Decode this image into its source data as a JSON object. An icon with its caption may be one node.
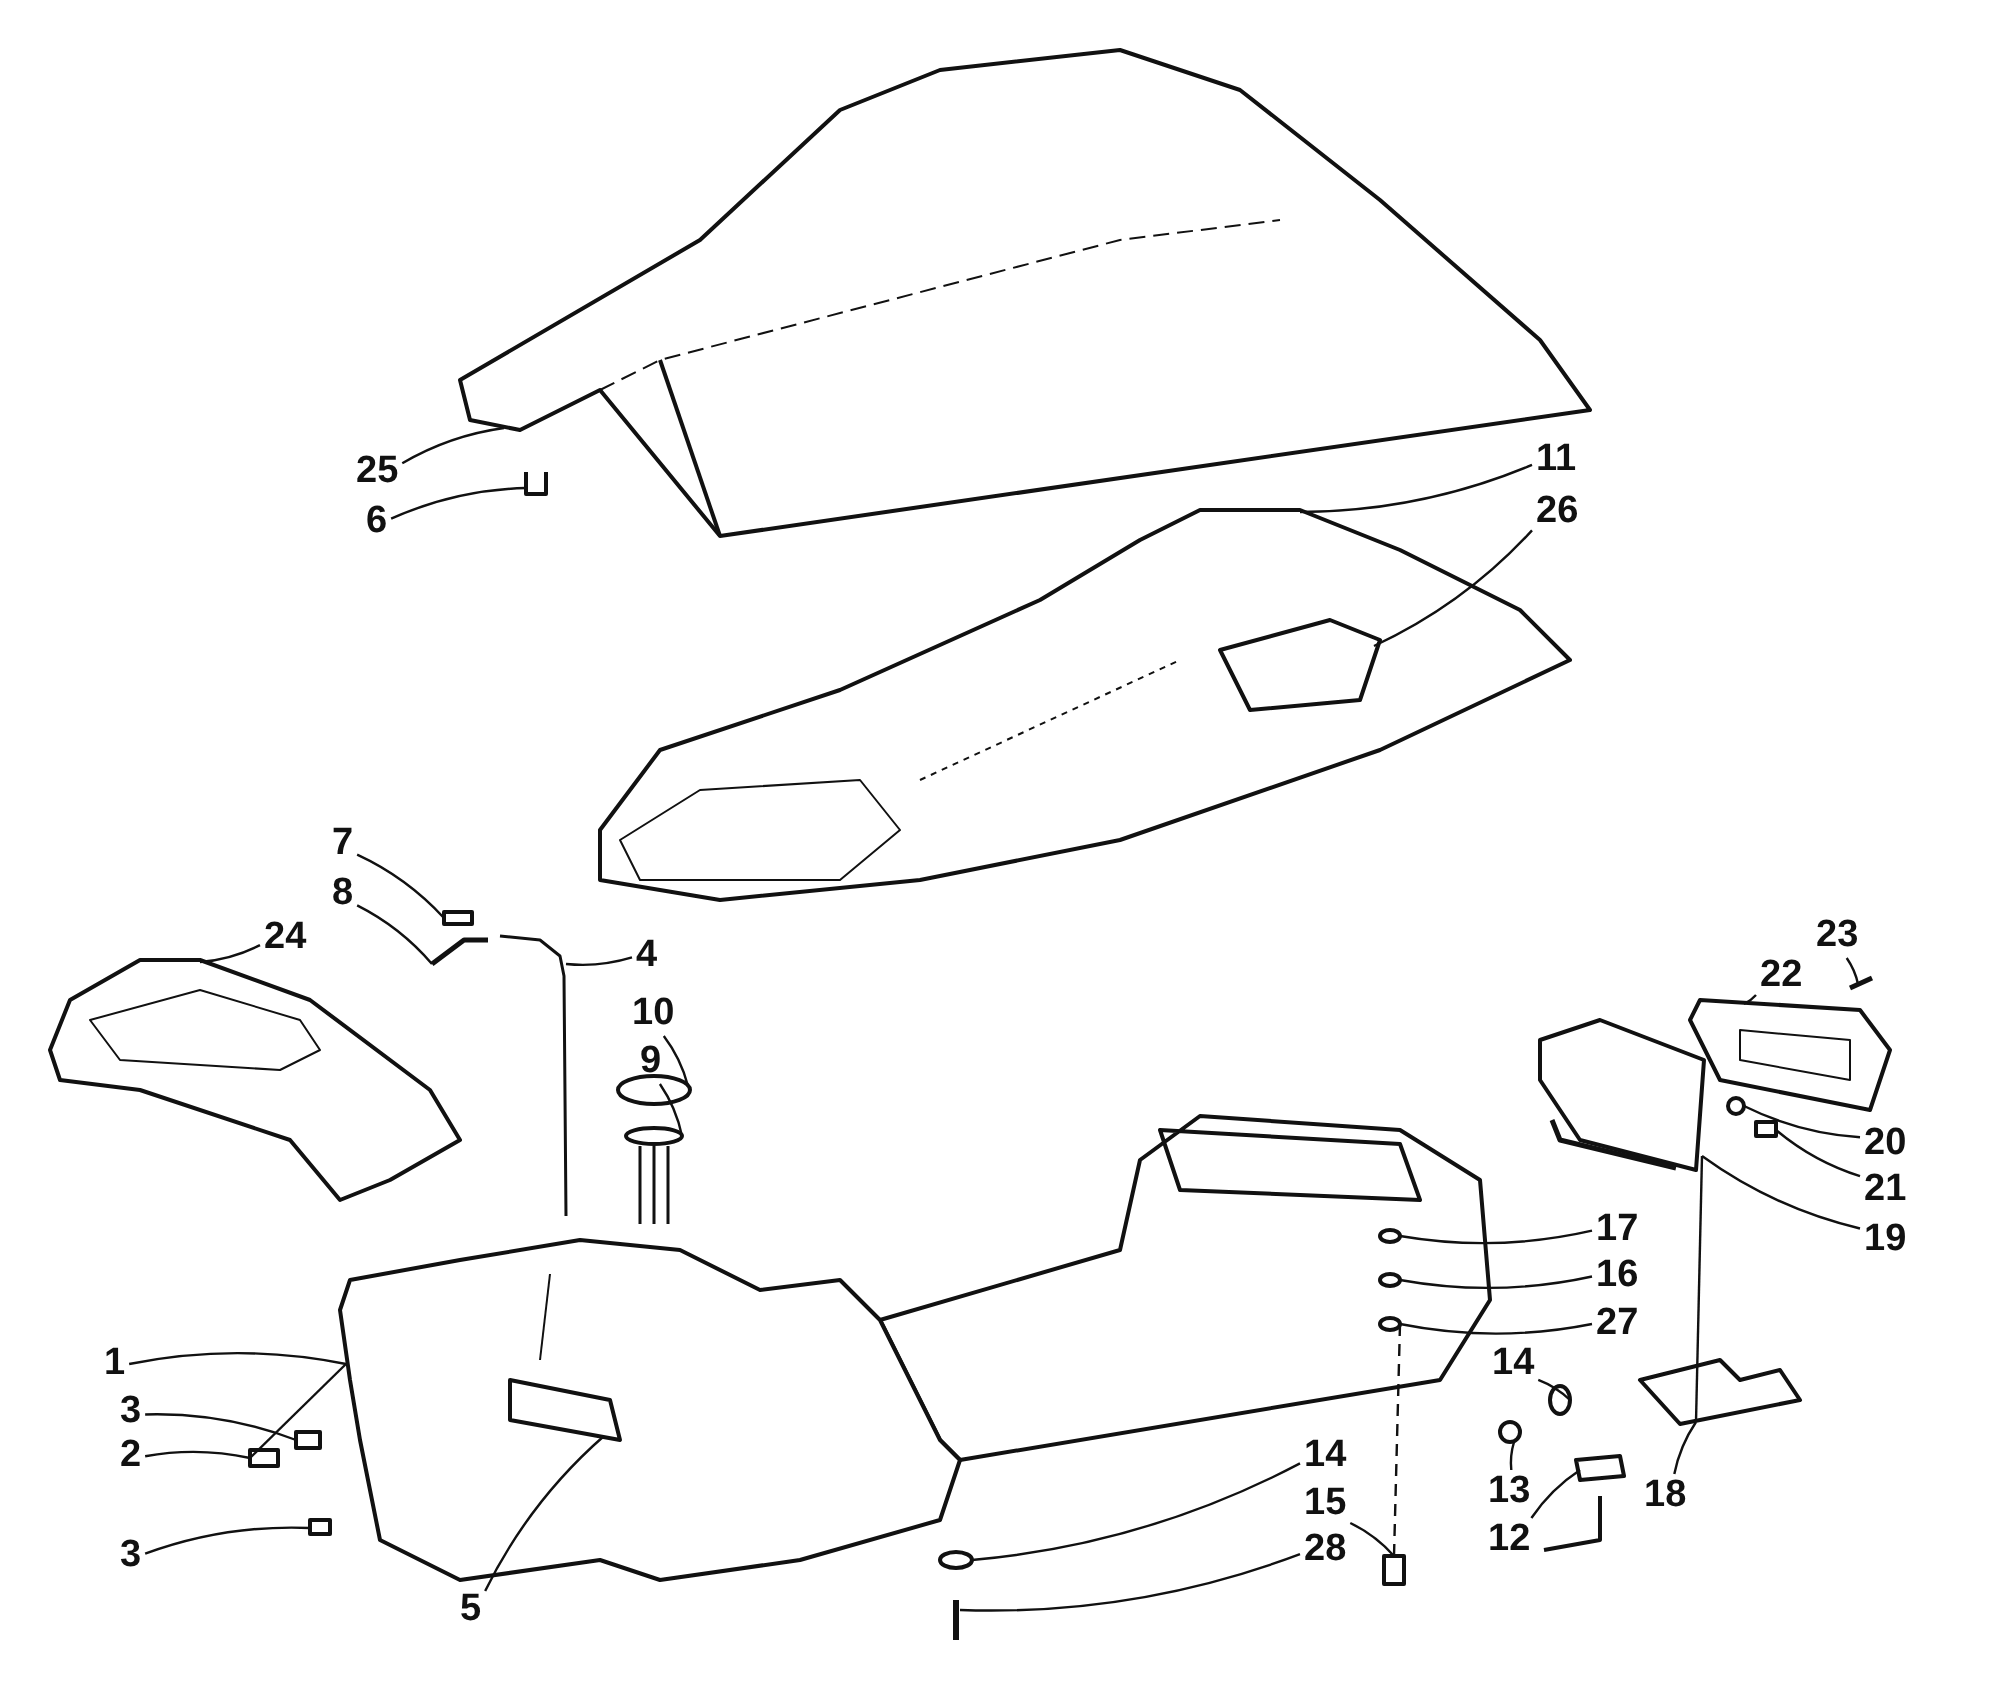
{
  "diagram": {
    "nodes": [
      {
        "text": [
          "25"
        ]
      },
      {
        "text": [
          "6"
        ]
      },
      {
        "text": [
          "11"
        ]
      },
      {
        "text": [
          "26"
        ]
      },
      {
        "text": [
          "7"
        ]
      },
      {
        "text": [
          "8"
        ]
      },
      {
        "text": [
          "24"
        ]
      },
      {
        "text": [
          "4"
        ]
      },
      {
        "text": [
          "10"
        ]
      },
      {
        "text": [
          "9"
        ]
      },
      {
        "text": [
          "23"
        ]
      },
      {
        "text": [
          "22"
        ]
      },
      {
        "text": [
          "20"
        ]
      },
      {
        "text": [
          "21"
        ]
      },
      {
        "text": [
          "19"
        ]
      },
      {
        "text": [
          "17"
        ]
      },
      {
        "text": [
          "16"
        ]
      },
      {
        "text": [
          "27"
        ]
      },
      {
        "text": [
          "1"
        ]
      },
      {
        "text": [
          "3"
        ]
      },
      {
        "text": [
          "2"
        ]
      },
      {
        "text": [
          "3"
        ]
      },
      {
        "text": [
          "14"
        ]
      },
      {
        "text": [
          "13"
        ]
      },
      {
        "text": [
          "18"
        ]
      },
      {
        "text": [
          "12"
        ]
      },
      {
        "text": [
          "5"
        ]
      },
      {
        "text": [
          "14"
        ]
      },
      {
        "text": [
          "15"
        ]
      },
      {
        "text": [
          "28"
        ]
      },
      {
        "text": [],
        "shape": "picture"
      },
      {
        "text": [],
        "shape": "picture"
      },
      {
        "text": [],
        "shape": "picture"
      },
      {
        "text": [],
        "shape": "picture",
        "in": 32
      },
      {
        "text": [],
        "shape": "box"
      },
      {
        "text": [],
        "shape": "picture"
      },
      {
        "text": [],
        "shape": "picture"
      },
      {
        "text": [],
        "shape": "picture"
      },
      {
        "text": [],
        "shape": "circle"
      },
      {
        "text": [],
        "shape": "picture"
      },
      {
        "text": [],
        "shape": "picture"
      },
      {
        "text": [],
        "shape": "picture"
      },
      {
        "text": [],
        "shape": "circle"
      },
      {
        "text": [],
        "shape": "box"
      },
      {
        "text": [],
        "shape": "picture"
      },
      {
        "text": [],
        "shape": "circle"
      },
      {
        "text": [],
        "shape": "circle"
      },
      {
        "text": [],
        "shape": "circle"
      },
      {
        "text": [],
        "shape": "picture"
      },
      {
        "text": [],
        "shape": "box"
      },
      {
        "text": [],
        "shape": "box"
      },
      {
        "text": [],
        "shape": "box"
      },
      {
        "text": [],
        "shape": "circle"
      },
      {
        "text": [],
        "shape": "circle"
      },
      {
        "text": [],
        "shape": "picture"
      },
      {
        "text": [],
        "shape": "picture"
      },
      {
        "text": [],
        "shape": "picture",
        "in": 48
      },
      {
        "text": [],
        "shape": "circle"
      },
      {
        "text": [],
        "shape": "box"
      },
      {
        "text": [],
        "shape": "picture"
      }
    ],
    "edges": [
      {
        "from": 0,
        "to": 30,
        "arrow": "none"
      },
      {
        "from": 1,
        "to": 31,
        "arrow": "none"
      },
      {
        "from": 2,
        "to": 32,
        "arrow": "none"
      },
      {
        "from": 3,
        "to": 33,
        "arrow": "none"
      },
      {
        "from": 4,
        "to": 34,
        "arrow": "none"
      },
      {
        "from": 5,
        "to": 35,
        "arrow": "none"
      },
      {
        "from": 6,
        "to": 36,
        "arrow": "none"
      },
      {
        "from": 7,
        "to": 37,
        "arrow": "none"
      },
      {
        "from": 8,
        "to": 38,
        "arrow": "none"
      },
      {
        "from": 9,
        "to": 39,
        "arrow": "none"
      },
      {
        "from": 10,
        "to": 40,
        "arrow": "none"
      },
      {
        "from": 11,
        "to": 41,
        "arrow": "none"
      },
      {
        "from": 12,
        "to": 42,
        "arrow": "none"
      },
      {
        "from": 13,
        "to": 43,
        "arrow": "none"
      },
      {
        "from": 14,
        "to": 44,
        "arrow": "none"
      },
      {
        "from": 15,
        "to": 45,
        "arrow": "none"
      },
      {
        "from": 16,
        "to": 46,
        "arrow": "none"
      },
      {
        "from": 17,
        "to": 47,
        "arrow": "none"
      },
      {
        "from": 18,
        "to": 48,
        "arrow": "none"
      },
      {
        "from": 19,
        "to": 49,
        "arrow": "none"
      },
      {
        "from": 20,
        "to": 50,
        "arrow": "none"
      },
      {
        "from": 21,
        "to": 51,
        "arrow": "none"
      },
      {
        "from": 22,
        "to": 52,
        "arrow": "none"
      },
      {
        "from": 23,
        "to": 53,
        "arrow": "none"
      },
      {
        "from": 24,
        "to": 54,
        "arrow": "none"
      },
      {
        "from": 25,
        "to": 55,
        "arrow": "none"
      },
      {
        "from": 26,
        "to": 56,
        "arrow": "none"
      },
      {
        "from": 27,
        "to": 57,
        "arrow": "none"
      },
      {
        "from": 28,
        "to": 58,
        "arrow": "none"
      },
      {
        "from": 29,
        "to": 59,
        "arrow": "none"
      },
      {
        "from": 44,
        "to": 54,
        "arrow": "none"
      },
      {
        "from": 50,
        "to": 48,
        "arrow": "none"
      },
      {
        "from": 58,
        "to": 47,
        "arrow": "none",
        "style": "dashed"
      }
    ]
  }
}
